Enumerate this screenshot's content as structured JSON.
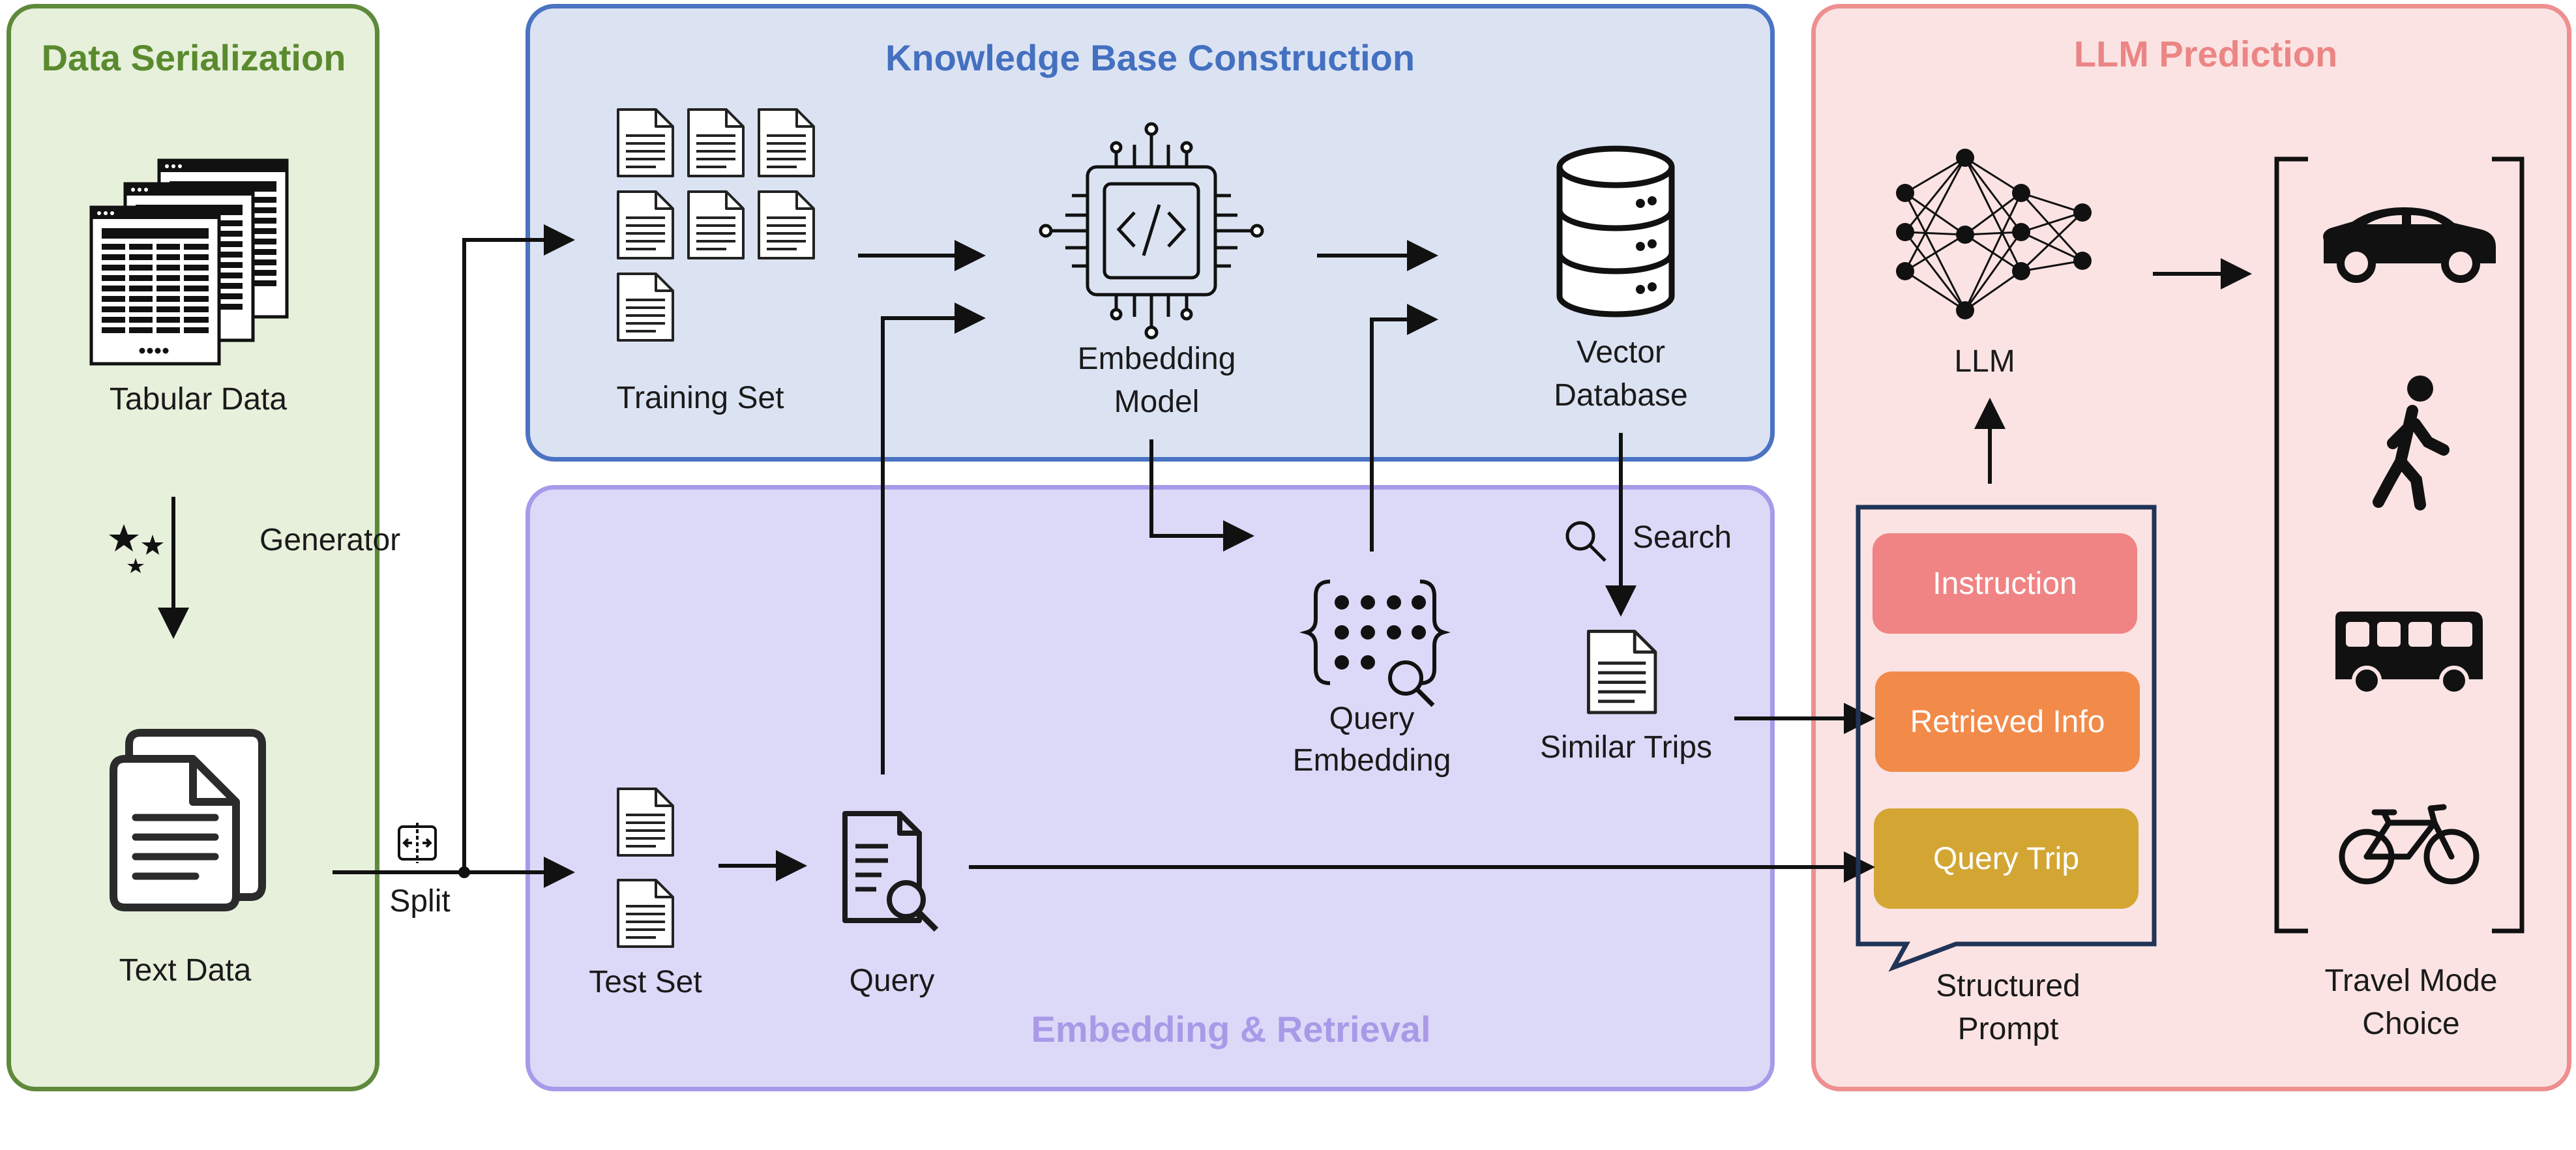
{
  "panels": {
    "serialization": "Data Serialization",
    "knowledge_base": "Knowledge Base Construction",
    "embedding_retrieval": "Embedding & Retrieval",
    "llm_prediction": "LLM Prediction"
  },
  "labels": {
    "tabular_data": "Tabular Data",
    "generator": "Generator",
    "text_data": "Text Data",
    "split": "Split",
    "training_set": "Training Set",
    "embedding_model": [
      "Embedding",
      "Model"
    ],
    "vector_database": [
      "Vector",
      "Database"
    ],
    "llm": "LLM",
    "search": "Search",
    "query_embedding": [
      "Query",
      "Embedding"
    ],
    "similar_trips": "Similar Trips",
    "test_set": "Test Set",
    "query": "Query",
    "structured_prompt": [
      "Structured",
      "Prompt"
    ],
    "travel_mode_choice": [
      "Travel Mode",
      "Choice"
    ]
  },
  "prompt_items": {
    "instruction": "Instruction",
    "retrieved_info": "Retrieved Info",
    "query_trip": "Query Trip"
  },
  "colors": {
    "serialization_bg": "#e6f0db",
    "serialization_border": "#5e8a3a",
    "knowledge_bg": "#dbe3f3",
    "knowledge_border": "#4a73c2",
    "embedding_bg": "#dcd9f8",
    "embedding_border": "#a59bea",
    "llm_bg": "#fbe3e3",
    "llm_border": "#ee8f8f",
    "instruction": "#f08484",
    "retrieved_info": "#f28a49",
    "query_trip": "#d3a634",
    "prompt_border": "#1f3457"
  },
  "icons": {
    "tabular": "table-stack-icon",
    "generator": "stars-icon",
    "text_data": "documents-icon",
    "split": "split-icon",
    "training": "document-grid-icon",
    "embedding_model": "chip-code-icon",
    "database": "database-icon",
    "llm": "neural-network-icon",
    "search": "magnifier-icon",
    "query_embedding": "embedding-vector-icon",
    "similar_trips": "document-icon",
    "test_set": "document-pair-icon",
    "query": "document-search-icon",
    "modes": [
      "car-icon",
      "pedestrian-icon",
      "bus-icon",
      "bicycle-icon"
    ]
  }
}
